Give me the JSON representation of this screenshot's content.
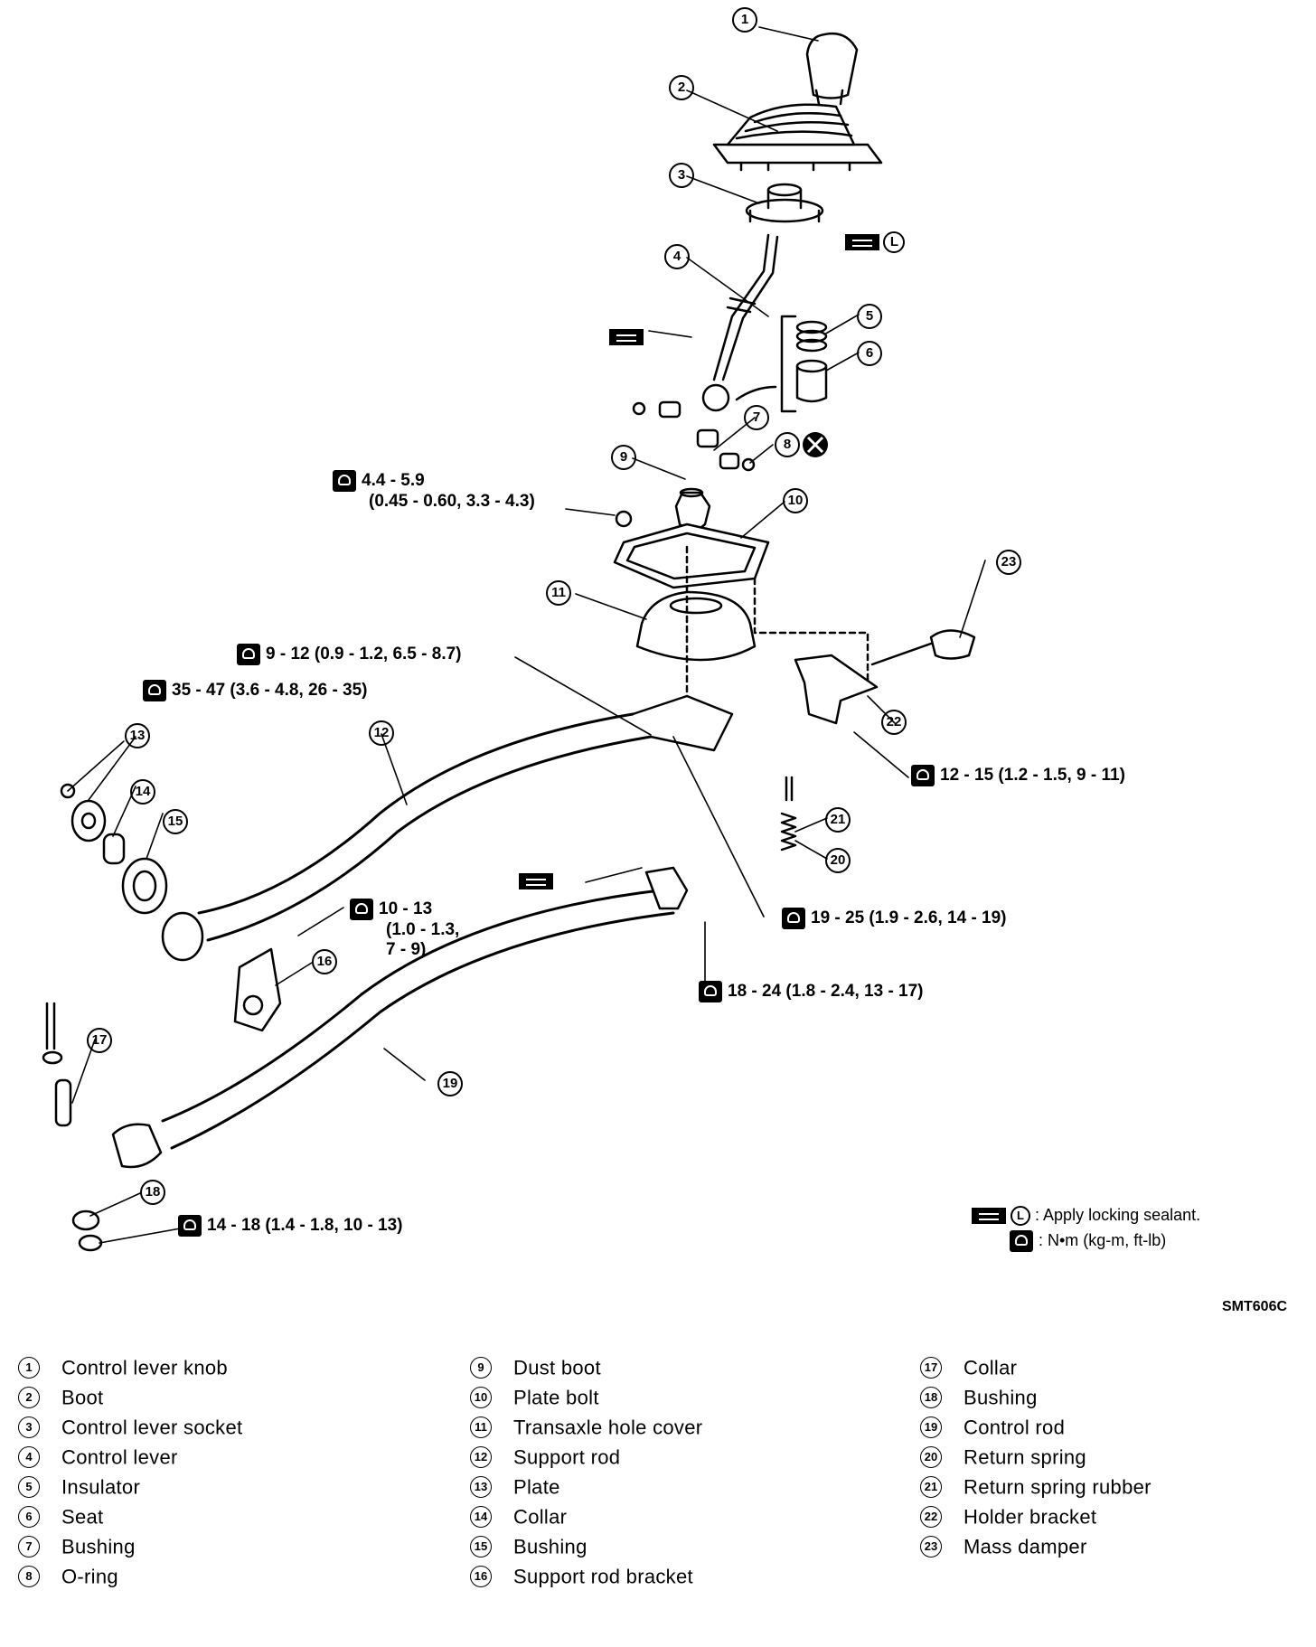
{
  "callouts": [
    {
      "n": "1"
    },
    {
      "n": "2"
    },
    {
      "n": "3"
    },
    {
      "n": "4"
    },
    {
      "n": "5"
    },
    {
      "n": "6"
    },
    {
      "n": "7"
    },
    {
      "n": "8"
    },
    {
      "n": "9"
    },
    {
      "n": "10"
    },
    {
      "n": "11"
    },
    {
      "n": "12"
    },
    {
      "n": "13"
    },
    {
      "n": "14"
    },
    {
      "n": "15"
    },
    {
      "n": "16"
    },
    {
      "n": "17"
    },
    {
      "n": "18"
    },
    {
      "n": "19"
    },
    {
      "n": "20"
    },
    {
      "n": "21"
    },
    {
      "n": "22"
    },
    {
      "n": "23"
    }
  ],
  "torque_specs": {
    "t1_line1": "4.4 - 5.9",
    "t1_line2": "(0.45 - 0.60, 3.3 - 4.3)",
    "t2": "9 - 12 (0.9 - 1.2, 6.5 - 8.7)",
    "t3": "35 - 47 (3.6 - 4.8, 26 - 35)",
    "t4": "12 - 15 (1.2 - 1.5, 9 - 11)",
    "t5_line1": "10 - 13",
    "t5_line2": "(1.0 - 1.3,",
    "t5_line3": "7 - 9)",
    "t6": "19 - 25 (1.9 - 2.6, 14 - 19)",
    "t7": "18 - 24 (1.8 - 2.4, 13 - 17)",
    "t8": "14 - 18 (1.4 - 1.8, 10 - 13)"
  },
  "sealant_mark": "L",
  "legend": {
    "sealant_text": ": Apply locking sealant.",
    "torque_text": ": N•m (kg-m, ft-lb)"
  },
  "figure_code": "SMT606C",
  "parts": [
    {
      "num": "1",
      "name": "Control lever knob"
    },
    {
      "num": "2",
      "name": "Boot"
    },
    {
      "num": "3",
      "name": "Control lever socket"
    },
    {
      "num": "4",
      "name": "Control lever"
    },
    {
      "num": "5",
      "name": "Insulator"
    },
    {
      "num": "6",
      "name": "Seat"
    },
    {
      "num": "7",
      "name": "Bushing"
    },
    {
      "num": "8",
      "name": "O-ring"
    },
    {
      "num": "9",
      "name": "Dust boot"
    },
    {
      "num": "10",
      "name": "Plate bolt"
    },
    {
      "num": "11",
      "name": "Transaxle hole cover"
    },
    {
      "num": "12",
      "name": "Support rod"
    },
    {
      "num": "13",
      "name": "Plate"
    },
    {
      "num": "14",
      "name": "Collar"
    },
    {
      "num": "15",
      "name": "Bushing"
    },
    {
      "num": "16",
      "name": "Support rod bracket"
    },
    {
      "num": "17",
      "name": "Collar"
    },
    {
      "num": "18",
      "name": "Bushing"
    },
    {
      "num": "19",
      "name": "Control rod"
    },
    {
      "num": "20",
      "name": "Return spring"
    },
    {
      "num": "21",
      "name": "Return spring rubber"
    },
    {
      "num": "22",
      "name": "Holder bracket"
    },
    {
      "num": "23",
      "name": "Mass damper"
    }
  ]
}
